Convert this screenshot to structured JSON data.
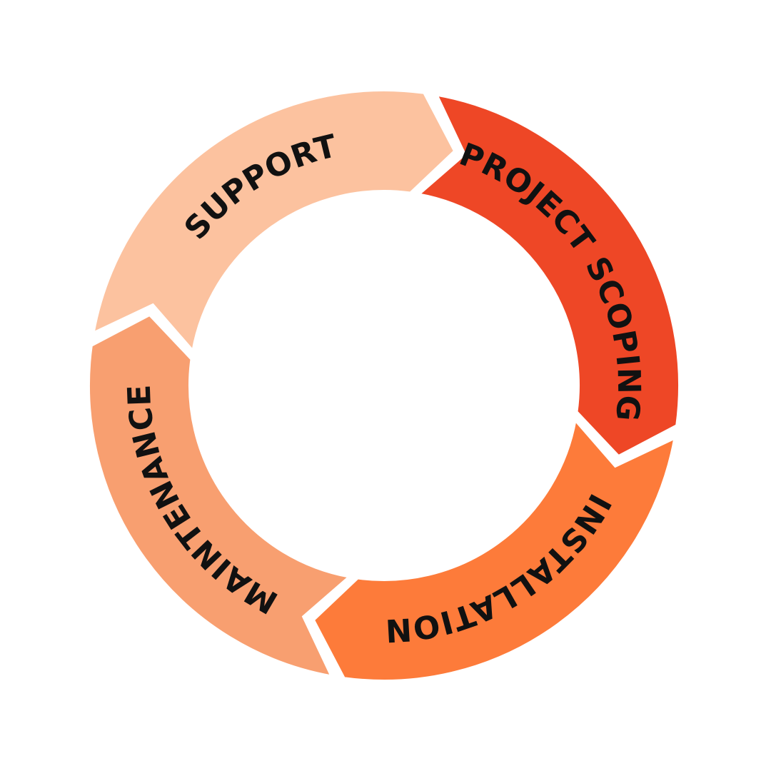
{
  "diagram": {
    "type": "cycle",
    "segments": [
      {
        "id": "project-scoping",
        "label": "PROJECT SCOPING",
        "color": "#EE4726"
      },
      {
        "id": "installation",
        "label": "INSTALLATION",
        "color": "#FD7B3A"
      },
      {
        "id": "maintenance",
        "label": "MAINTENANCE",
        "color": "#F89F70"
      },
      {
        "id": "support",
        "label": "SUPPORT",
        "color": "#FCC29F"
      }
    ],
    "separator_color": "#FFFFFF",
    "label_color": "#111111",
    "background": "#FFFFFF"
  }
}
